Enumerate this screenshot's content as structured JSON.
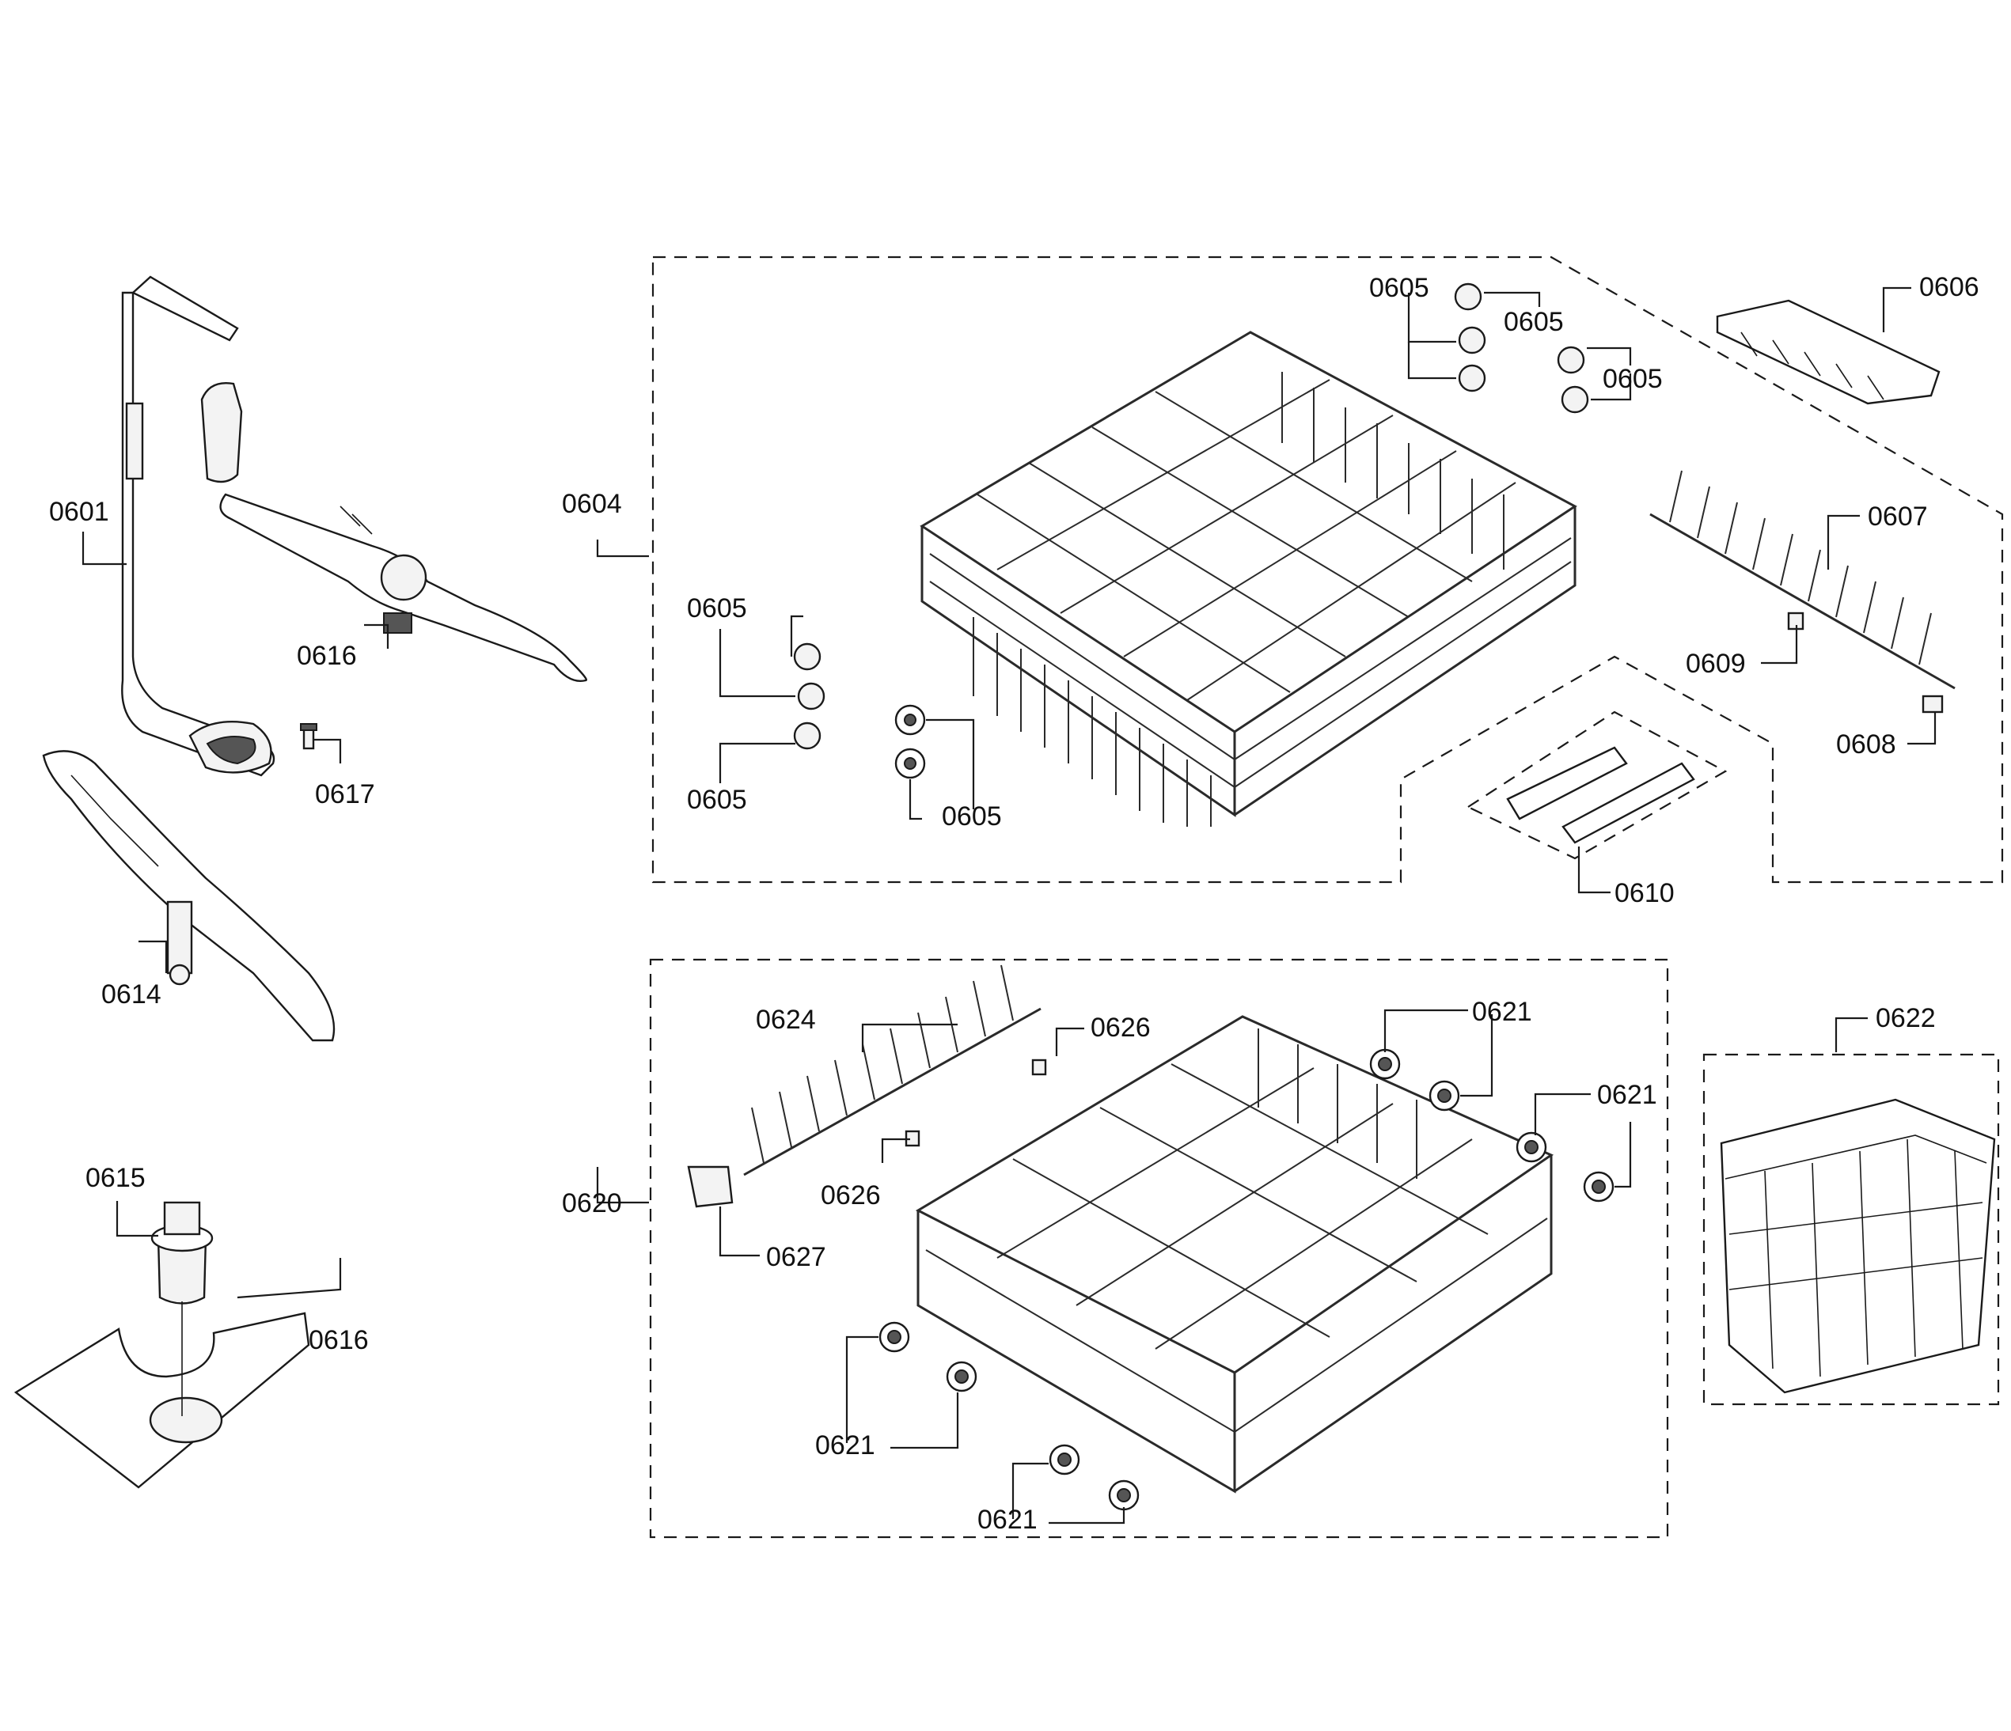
{
  "callouts": {
    "c0601": "0601",
    "c0604": "0604",
    "c0605_a": "0605",
    "c0605_b": "0605",
    "c0605_c": "0605",
    "c0605_d": "0605",
    "c0605_e": "0605",
    "c0605_f": "0605",
    "c0606": "0606",
    "c0607": "0607",
    "c0608": "0608",
    "c0609": "0609",
    "c0610": "0610",
    "c0614": "0614",
    "c0615": "0615",
    "c0616_a": "0616",
    "c0616_b": "0616",
    "c0617": "0617",
    "c0620": "0620",
    "c0621_a": "0621",
    "c0621_b": "0621",
    "c0621_c": "0621",
    "c0621_d": "0621",
    "c0622": "0622",
    "c0624": "0624",
    "c0626_a": "0626",
    "c0626_b": "0626",
    "c0627": "0627"
  }
}
